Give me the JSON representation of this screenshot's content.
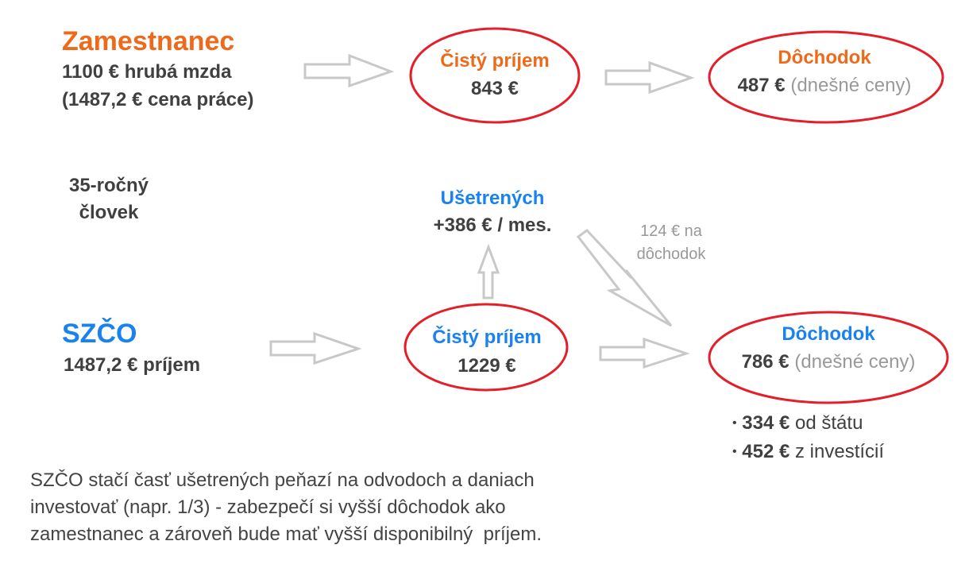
{
  "colors": {
    "employee": "#ee6a1a",
    "self_employed": "#1a82f0",
    "ellipse": "#e3202a",
    "arrow": "#c8c8c8",
    "text": "#404040",
    "muted": "#999999"
  },
  "employee": {
    "title": "Zamestnanec",
    "gross": "1100 € hrubá mzda",
    "labor_cost": "(1487,2 € cena práce)",
    "net_label": "Čistý príjem",
    "net_value": "843 €",
    "pension_label": "Dôchodok",
    "pension_value": "487 €",
    "pension_note": "(dnešné ceny)"
  },
  "age_label": [
    "35-ročný",
    "človek"
  ],
  "savings": {
    "label": "Ušetrených",
    "value": "+386 € / mes.",
    "to_pension": [
      "124 € na",
      "dôchodok"
    ]
  },
  "self_employed": {
    "title": "SZČO",
    "income": "1487,2 € príjem",
    "net_label": "Čistý príjem",
    "net_value": "1229 €",
    "pension_label": "Dôchodok",
    "pension_value": "786 €",
    "pension_note": "(dnešné ceny)",
    "breakdown": [
      {
        "bullet": "•",
        "amount": "334 €",
        "text": "od štátu"
      },
      {
        "bullet": "•",
        "amount": "452 €",
        "text": "z investícií"
      }
    ]
  },
  "conclusion": [
    "SZČO stačí časť ušetrených peňazí na odvodoch a daniach",
    "investovať (napr. 1/3) - zabezpečí si vyšší dôchodok ako",
    "zamestnanec a zároveň bude mať vyšší disponibilný  príjem."
  ]
}
